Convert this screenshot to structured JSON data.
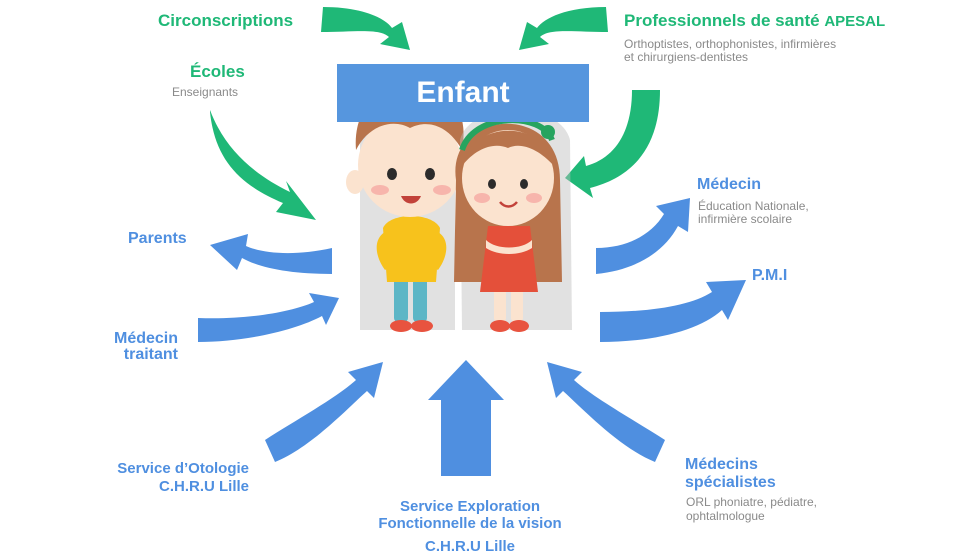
{
  "title": "Enfant",
  "colors": {
    "green": "#1fb877",
    "blue": "#4f8fe0",
    "banner": "#5696de",
    "subtext": "#8a8a8a"
  },
  "actors": {
    "circonscriptions": {
      "name": "Circonscriptions"
    },
    "ecoles": {
      "name": "Écoles",
      "detail": "Enseignants"
    },
    "professionnels": {
      "name": "Professionnels de santé",
      "tag": "APESAL",
      "detail_line1": "Orthoptistes, orthophonistes, infirmières",
      "detail_line2": "et chirurgiens-dentistes"
    },
    "parents": {
      "name": "Parents"
    },
    "medecin": {
      "name": "Médecin",
      "detail_line1": "Éducation Nationale,",
      "detail_line2": "infirmière scolaire"
    },
    "pmi": {
      "name": "P.M.I"
    },
    "medecin_traitant": {
      "name_line1": "Médecin",
      "name_line2": "traitant"
    },
    "otologie": {
      "name_line1": "Service d’Otologie",
      "name_line2": "C.H.R.U Lille"
    },
    "vision": {
      "name_line1": "Service Exploration",
      "name_line2": "Fonctionnelle de la vision",
      "name_line3": "C.H.R.U Lille"
    },
    "specialistes": {
      "name_line1": "Médecins",
      "name_line2": "spécialistes",
      "detail_line1": "ORL phoniatre, pédiatre,",
      "detail_line2": "ophtalmologue"
    }
  }
}
